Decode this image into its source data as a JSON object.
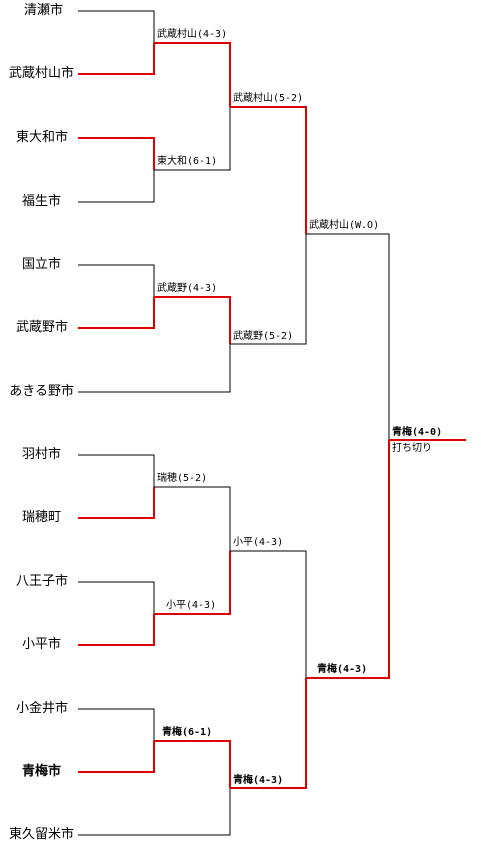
{
  "colors": {
    "winner": "#e00000",
    "loser": "#000000"
  },
  "teams": [
    {
      "name": "清瀬市",
      "bold": false,
      "won_r1": false
    },
    {
      "name": "武蔵村山市",
      "bold": false,
      "won_r1": true
    },
    {
      "name": "東大和市",
      "bold": false,
      "won_r1": true
    },
    {
      "name": "福生市",
      "bold": false,
      "won_r1": false
    },
    {
      "name": "国立市",
      "bold": false,
      "won_r1": false
    },
    {
      "name": "武蔵野市",
      "bold": false,
      "won_r1": true
    },
    {
      "name": "あきる野市",
      "bold": false,
      "won_r1": false
    },
    {
      "name": "羽村市",
      "bold": false,
      "won_r1": false
    },
    {
      "name": "瑞穂町",
      "bold": false,
      "won_r1": true
    },
    {
      "name": "八王子市",
      "bold": false,
      "won_r1": false
    },
    {
      "name": "小平市",
      "bold": false,
      "won_r1": true
    },
    {
      "name": "小金井市",
      "bold": false,
      "won_r1": false
    },
    {
      "name": "青梅市",
      "bold": true,
      "won_r1": true
    },
    {
      "name": "東久留米市",
      "bold": false,
      "won_r1": true
    }
  ],
  "results": {
    "r1_a": {
      "text": "武蔵村山(4-3)",
      "bold": false
    },
    "r1_b": {
      "text": "東大和(6-1)",
      "bold": false
    },
    "r1_c": {
      "text": "武蔵野(4-3)",
      "bold": false
    },
    "r1_d": {
      "text": "瑞穂(5-2)",
      "bold": false
    },
    "r1_e": {
      "text": "小平(4-3)",
      "bold": false
    },
    "r1_f": {
      "text": "青梅(6-1)",
      "bold": true
    },
    "r2_a": {
      "text": "武蔵村山(5-2)",
      "bold": false
    },
    "r2_b": {
      "text": "武蔵野(5-2)",
      "bold": false
    },
    "r2_c": {
      "text": "小平(4-3)",
      "bold": false
    },
    "r2_d": {
      "text": "青梅(4-3)",
      "bold": true
    },
    "sf_a": {
      "text": "武蔵村山(W.O)",
      "bold": false
    },
    "sf_b": {
      "text": "青梅(4-3)",
      "bold": true
    },
    "final": {
      "text": "青梅(4-0)",
      "bold": true
    }
  },
  "final_note": "打ち切り"
}
